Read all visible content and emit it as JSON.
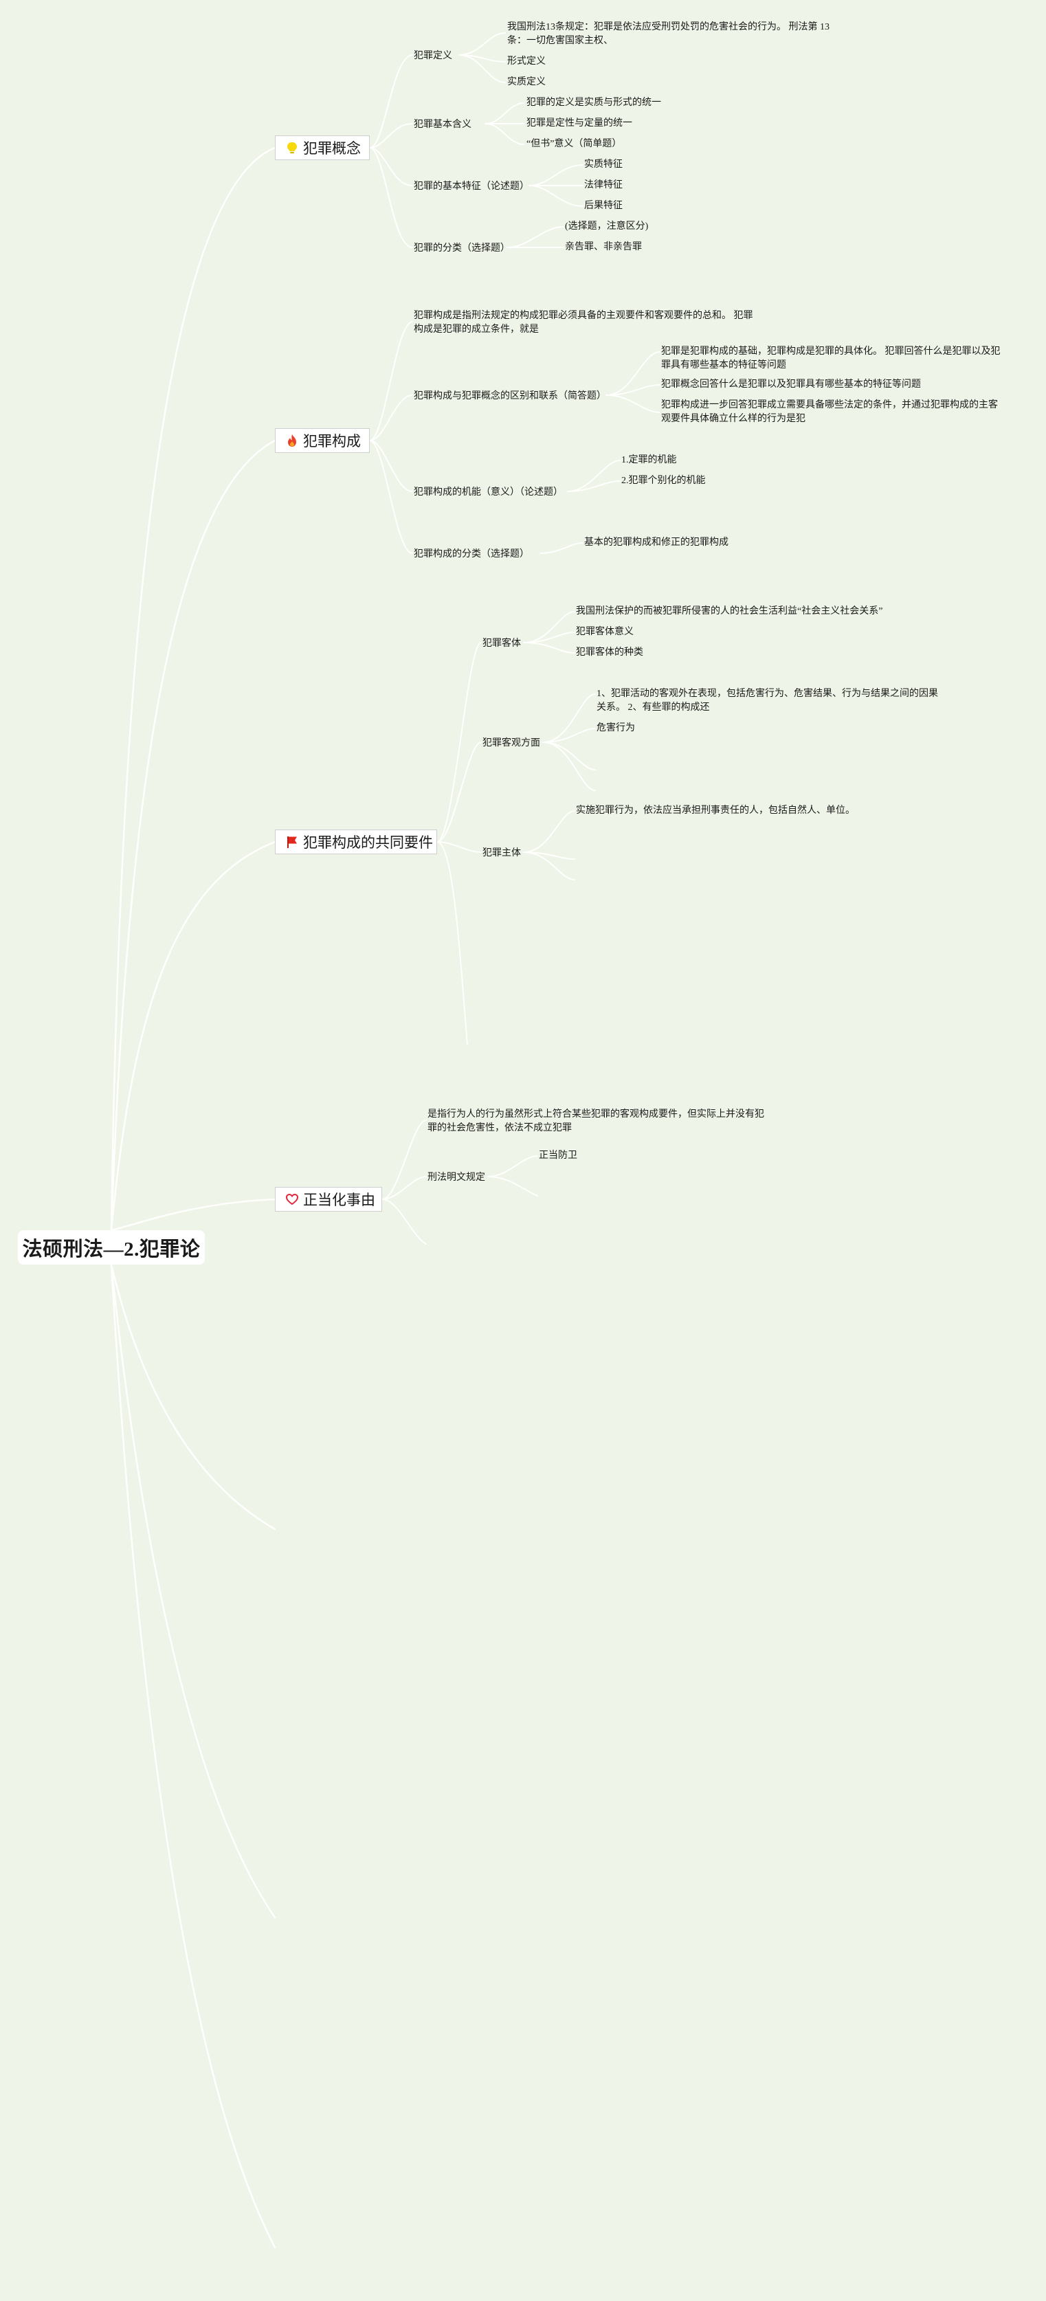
{
  "root": {
    "title": "法硕刑法—2.犯罪论"
  },
  "topics": [
    {
      "label": "犯罪概念",
      "icon": "lightbulb-icon",
      "children": [
        {
          "label": "犯罪定义",
          "children": [
            "我国刑法13条规定：犯罪是依法应受刑罚处罚的危害社会的行为。 刑法第 13条：一切危害国家主权、",
            "形式定义",
            "实质定义"
          ]
        },
        {
          "label": "犯罪基本含义",
          "children": [
            "犯罪的定义是实质与形式的统一",
            "犯罪是定性与定量的统一",
            "“但书”意义（简单题）"
          ]
        },
        {
          "label": "犯罪的基本特征（论述题）",
          "children": [
            "实质特征",
            "法律特征",
            "后果特征"
          ]
        },
        {
          "label": "犯罪的分类（选择题）",
          "children": [
            "(选择题，注意区分)",
            "亲告罪、非亲告罪"
          ]
        }
      ]
    },
    {
      "label": "犯罪构成",
      "icon": "fire-icon",
      "children": [
        {
          "label": "犯罪构成是指刑法规定的构成犯罪必须具备的主观要件和客观要件的总和。 犯罪构成是犯罪的成立条件，就是",
          "children": []
        },
        {
          "label": "犯罪构成与犯罪概念的区别和联系（简答题）",
          "children": [
            "犯罪是犯罪构成的基础，犯罪构成是犯罪的具体化。 犯罪回答什么是犯罪以及犯罪具有哪些基本的特征等问题",
            "犯罪概念回答什么是犯罪以及犯罪具有哪些基本的特征等问题",
            "犯罪构成进一步回答犯罪成立需要具备哪些法定的条件，并通过犯罪构成的主客观要件具体确立什么样的行为是犯"
          ]
        },
        {
          "label": "犯罪构成的机能（意义）（论述题）",
          "children": [
            "1.定罪的机能",
            "2.犯罪个别化的机能"
          ]
        },
        {
          "label": "犯罪构成的分类（选择题）",
          "children": [
            "基本的犯罪构成和修正的犯罪构成"
          ]
        }
      ]
    },
    {
      "label": "犯罪构成的共同要件",
      "icon": "flag-icon",
      "children": [
        {
          "label": "犯罪客体",
          "children": [
            "我国刑法保护的而被犯罪所侵害的人的社会生活利益“社会主义社会关系”",
            "犯罪客体意义",
            "犯罪客体的种类"
          ]
        },
        {
          "label": "犯罪客观方面",
          "children": [
            "1、犯罪活动的客观外在表现，包括危害行为、危害结果、行为与结果之间的因果关系。 2、有些罪的构成还",
            "危害行为"
          ]
        },
        {
          "label": "犯罪主体",
          "children": [
            "实施犯罪行为，依法应当承担刑事责任的人，包括自然人、单位。"
          ]
        }
      ]
    },
    {
      "label": "正当化事由",
      "icon": "heart-icon",
      "children": [
        {
          "label": "是指行为人的行为虽然形式上符合某些犯罪的客观构成要件，但实际上并没有犯罪的社会危害性，依法不成立犯罪",
          "children": []
        },
        {
          "label": "刑法明文规定",
          "children": [
            "正当防卫"
          ]
        }
      ]
    }
  ],
  "colors": {
    "background": "#eef4e7",
    "connector": "#ffffff",
    "lightbulb": "#f5d90a",
    "fire": "#e8402a",
    "flag": "#e0281e",
    "heart": "#e0283c"
  }
}
